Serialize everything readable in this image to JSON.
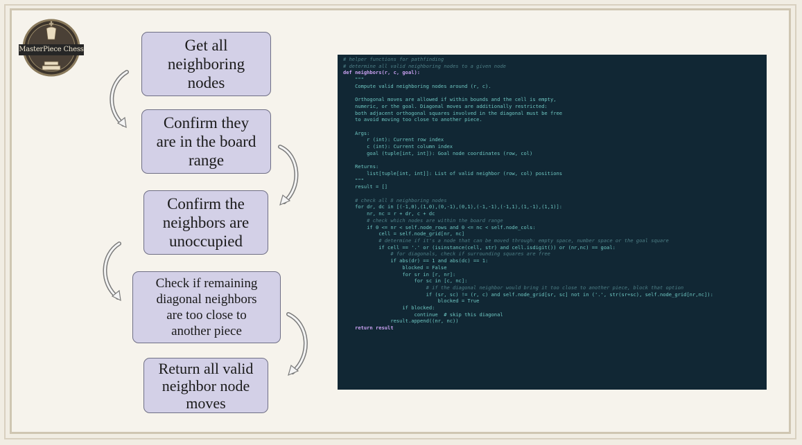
{
  "logo": {
    "text": "MasterPiece Chess"
  },
  "flow": {
    "steps": [
      {
        "lines": [
          "Get all",
          "neighboring",
          "nodes"
        ]
      },
      {
        "lines": [
          "Confirm they",
          "are in the board",
          "range"
        ]
      },
      {
        "lines": [
          "Confirm the",
          "neighbors are",
          "unoccupied"
        ]
      },
      {
        "lines": [
          "Check if remaining",
          "diagonal neighbors",
          "are too close to",
          "another piece"
        ]
      },
      {
        "lines": [
          "Return all valid",
          "neighbor node",
          "moves"
        ]
      }
    ]
  },
  "code": {
    "lines": [
      "# helper functions for pathfinding",
      "# determine all valid neighboring nodes to a given node",
      "def neighbors(r, c, goal):",
      "    \"\"\"",
      "    Compute valid neighboring nodes around (r, c).",
      "",
      "    Orthogonal moves are allowed if within bounds and the cell is empty,",
      "    numeric, or the goal. Diagonal moves are additionally restricted:",
      "    both adjacent orthogonal squares involved in the diagonal must be free",
      "    to avoid moving too close to another piece.",
      "",
      "    Args:",
      "        r (int): Current row index",
      "        c (int): Current column index",
      "        goal (tuple[int, int]): Goal node coordinates (row, col)",
      "",
      "    Returns:",
      "        list[tuple[int, int]]: List of valid neighbor (row, col) positions",
      "    \"\"\"",
      "    result = []",
      "",
      "    # check all 8 neighboring nodes",
      "    for dr, dc in [(-1,0),(1,0),(0,-1),(0,1),(-1,-1),(-1,1),(1,-1),(1,1)]:",
      "        nr, nc = r + dr, c + dc",
      "        # check which nodes are within the board range",
      "        if 0 <= nr < self.node_rows and 0 <= nc < self.node_cols:",
      "            cell = self.node_grid[nr, nc]",
      "            # determine if it's a node that can be moved through: empty space, number space or the goal square",
      "            if cell == '.' or (isinstance(cell, str) and cell.isdigit()) or (nr,nc) == goal:",
      "                # for diagonals, check if surrounding squares are free",
      "                if abs(dr) == 1 and abs(dc) == 1:",
      "                    blocked = False",
      "                    for sr in [r, nr]:",
      "                        for sc in [c, nc]:",
      "                            # if the diagonal neighbor would bring it too close to another piece, block that option",
      "                            if (sr, sc) != (r, c) and self.node_grid[sr, sc] not in ('.', str(sr+sc), self.node_grid[nr,nc]):",
      "                                blocked = True",
      "                    if blocked:",
      "                        continue  # skip this diagonal",
      "                result.append((nr, nc))",
      "    return result"
    ]
  }
}
